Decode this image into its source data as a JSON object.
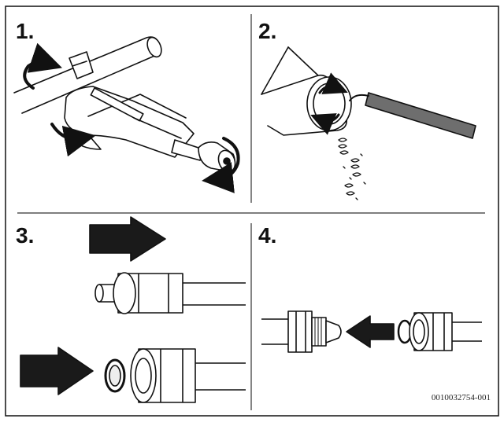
{
  "steps": {
    "one": {
      "label": "1."
    },
    "two": {
      "label": "2."
    },
    "three": {
      "label": "3."
    },
    "four": {
      "label": "4."
    }
  },
  "document_id": "0010032754-001",
  "colors": {
    "line": "#111111",
    "arrow": "#1a1a1a",
    "tool_grey": "#6e6e6e",
    "divider": "#333333"
  }
}
